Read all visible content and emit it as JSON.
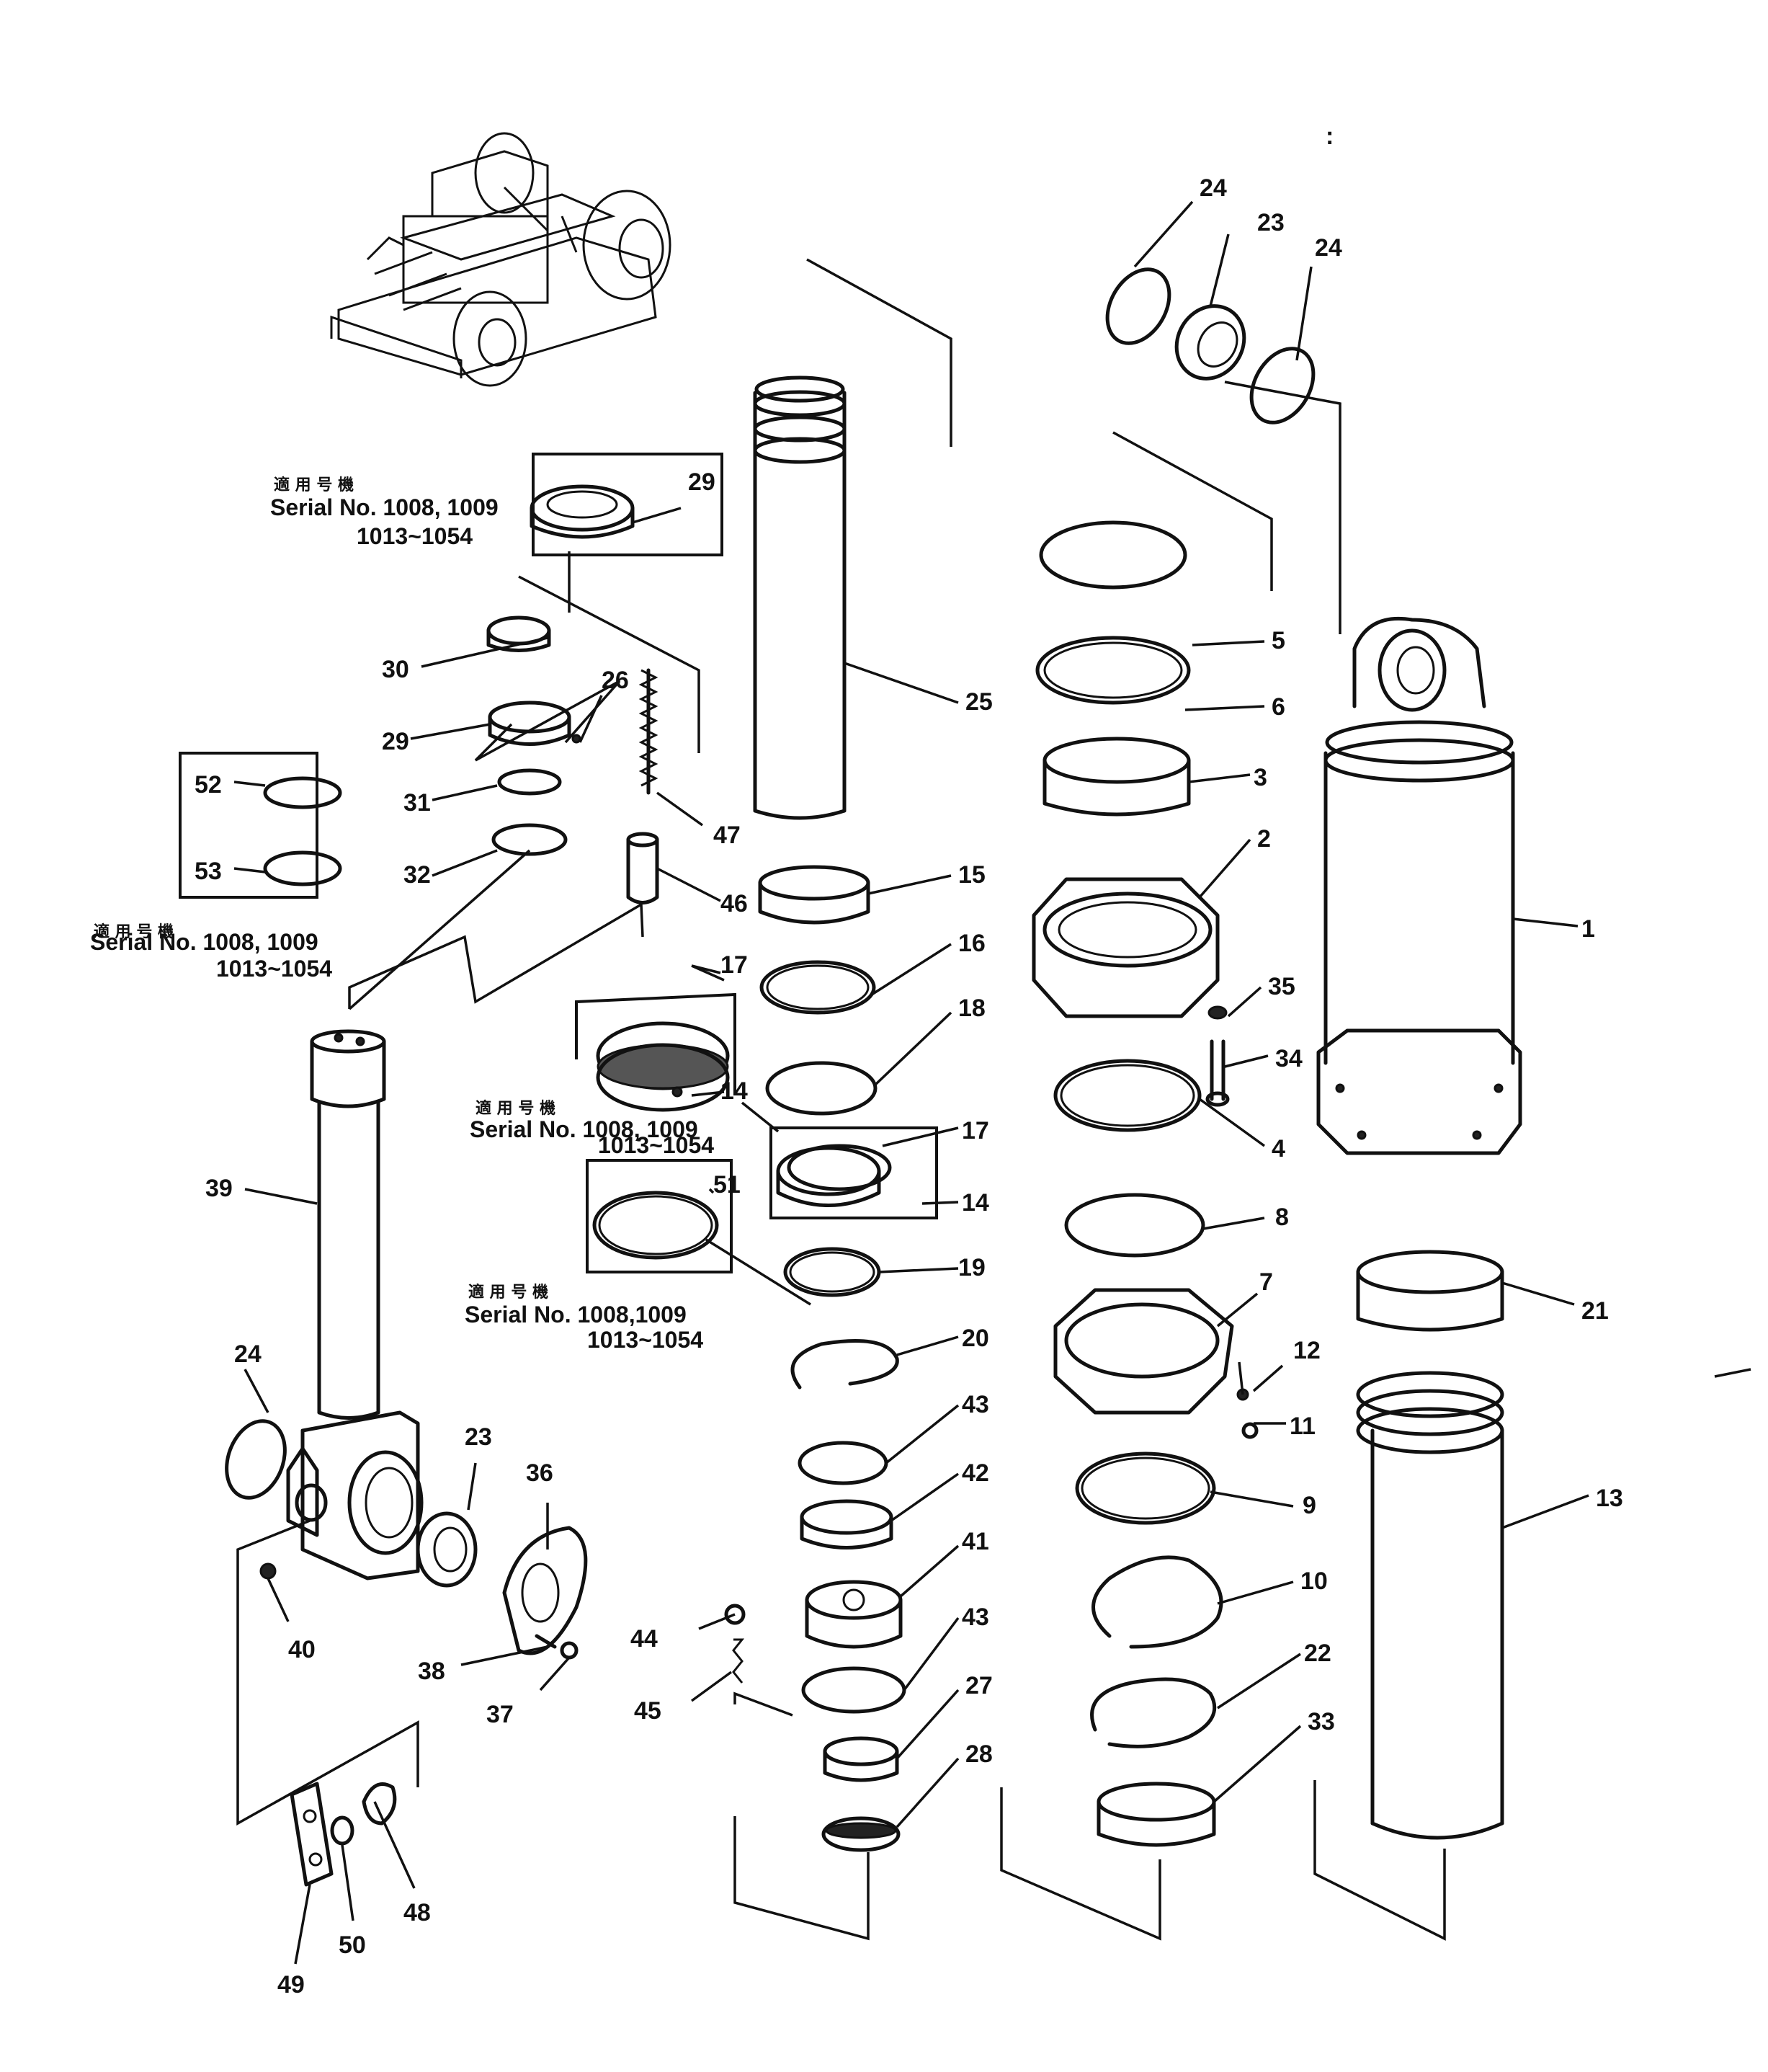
{
  "labels": {
    "p1": "1",
    "p2": "2",
    "p3": "3",
    "p4": "4",
    "p5": "5",
    "p6": "6",
    "p7": "7",
    "p8": "8",
    "p9": "9",
    "p10": "10",
    "p11": "11",
    "p12": "12",
    "p13": "13",
    "p14a": "14",
    "p14b": "14",
    "p15": "15",
    "p16": "16",
    "p17a": "17",
    "p17b": "17",
    "p18": "18",
    "p19": "19",
    "p20": "20",
    "p21": "21",
    "p22": "22",
    "p23a": "23",
    "p23b": "23",
    "p24a": "24",
    "p24b": "24",
    "p24c": "24",
    "p25": "25",
    "p26": "26",
    "p27": "27",
    "p28": "28",
    "p29a": "29",
    "p29b": "29",
    "p30": "30",
    "p31": "31",
    "p32": "32",
    "p33": "33",
    "p34": "34",
    "p35": "35",
    "p36": "36",
    "p37": "37",
    "p38": "38",
    "p39": "39",
    "p40": "40",
    "p41": "41",
    "p42": "42",
    "p43a": "43",
    "p43b": "43",
    "p44": "44",
    "p45": "45",
    "p46": "46",
    "p47": "47",
    "p48": "48",
    "p49": "49",
    "p50": "50",
    "p51": "51",
    "p52": "52",
    "p53": "53"
  },
  "notes": {
    "n1": {
      "jp": "適 用 号 機",
      "line1": "Serial  No. 1008, 1009",
      "line2": "1013~1054"
    },
    "n2": {
      "jp": "適 用 号 機",
      "line1": "Serial  No. 1008, 1009",
      "line2": "1013~1054"
    },
    "n3": {
      "jp": "適 用 号 機",
      "line1": "Serial  No. 1008, 1009",
      "line2": "1013~1054"
    },
    "n4": {
      "jp": "適 用 号 機",
      "line1": "Serial  No. 1008,1009",
      "line2": "1013~1054"
    }
  },
  "mark": ":"
}
